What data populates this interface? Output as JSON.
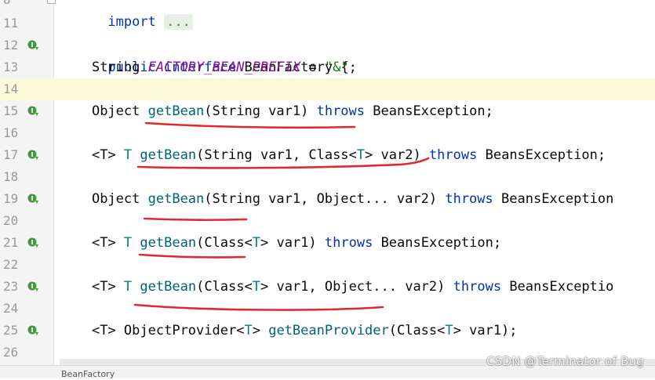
{
  "editor": {
    "lines": [
      {
        "num": "8",
        "import_kw": "import",
        "fold": "..."
      },
      {
        "num": "11"
      },
      {
        "num": "12",
        "public_kw": "public",
        "interface_kw": "interface",
        "name": "BeanFactory",
        "brace": "{"
      },
      {
        "num": "13",
        "type": "String",
        "const": "FACTORY_BEAN_PREFIX",
        "eq": "=",
        "str": "\"&\"",
        "semi": ";"
      },
      {
        "num": "14"
      },
      {
        "num": "15",
        "ret": "Object",
        "method": "getBean",
        "params": "(String var1)",
        "throws_kw": "throws",
        "exc": "BeansException;"
      },
      {
        "num": "16"
      },
      {
        "num": "17",
        "generic": "<T>",
        "t_ret": "T",
        "method": "getBean",
        "params_a": "(String var1, Class<",
        "t_param": "T",
        "params_b": "> var2)",
        "throws_kw": "throws",
        "exc": "BeansException;"
      },
      {
        "num": "18"
      },
      {
        "num": "19",
        "ret": "Object",
        "method": "getBean",
        "params": "(String var1, Object... var2)",
        "throws_kw": "throws",
        "exc": "BeansException"
      },
      {
        "num": "20"
      },
      {
        "num": "21",
        "generic": "<T>",
        "t_ret": "T",
        "method": "getBean",
        "params_a": "(Class<",
        "t_param": "T",
        "params_b": "> var1)",
        "throws_kw": "throws",
        "exc": "BeansException;"
      },
      {
        "num": "22"
      },
      {
        "num": "23",
        "generic": "<T>",
        "t_ret": "T",
        "method": "getBean",
        "params_a": "(Class<",
        "t_param": "T",
        "params_b": "> var1, Object... var2)",
        "throws_kw": "throws",
        "exc": "BeansExceptio"
      },
      {
        "num": "24"
      },
      {
        "num": "25",
        "generic": "<T>",
        "ret_a": "ObjectProvider<",
        "t_param": "T",
        "ret_b": ">",
        "method": "getBeanProvider",
        "params_a": "(Class<",
        "t_param2": "T",
        "params_b": "> var1);"
      },
      {
        "num": "26"
      }
    ]
  },
  "statusbar": {
    "breadcrumb": "BeanFactory"
  },
  "watermark": "CSDN @Terminator of Bug",
  "colors": {
    "keyword": "#0033b3",
    "constant": "#871094",
    "string": "#067d17",
    "type_param": "#007e8a",
    "method": "#00627a",
    "underline": "#e0282e",
    "implement_icon": "#3d9a3d"
  }
}
